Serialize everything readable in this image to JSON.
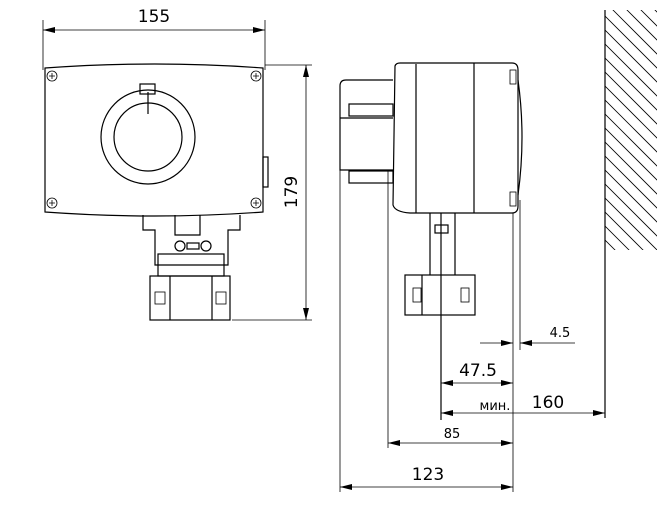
{
  "dimensions": {
    "width": "155",
    "height": "179",
    "gap": "4.5",
    "depth_inner": "47.5",
    "min_label": "мин.",
    "min_clearance": "160",
    "depth_mid": "85",
    "depth_total": "123"
  }
}
